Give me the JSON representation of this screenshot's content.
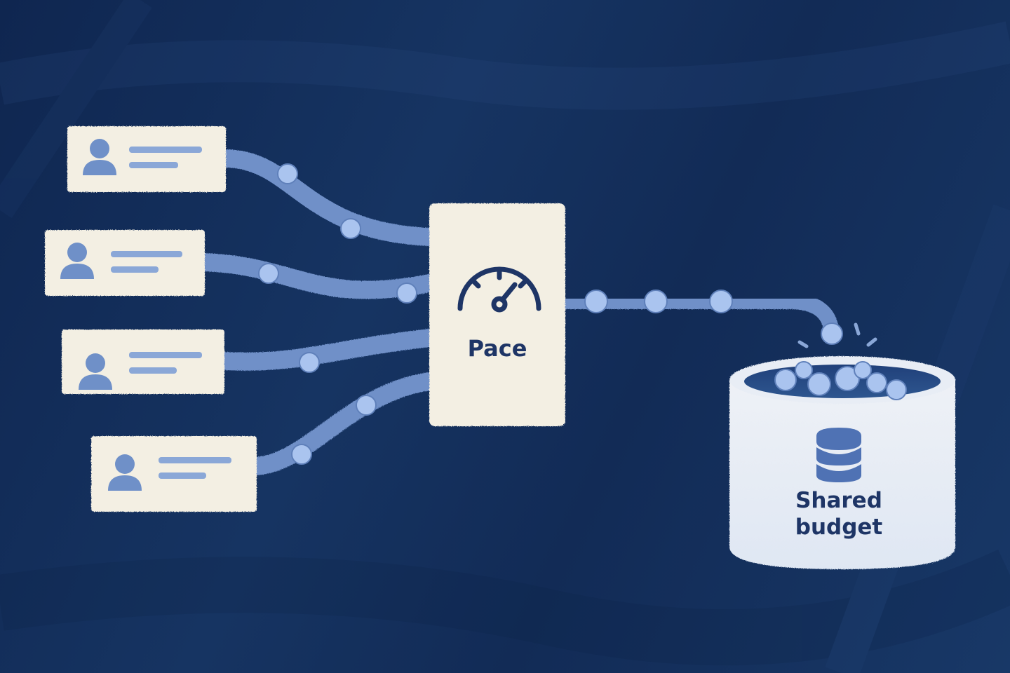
{
  "pace": {
    "label": "Pace",
    "icon": "speedometer-icon"
  },
  "budget": {
    "label_line1": "Shared",
    "label_line2": "budget",
    "icon": "database-stack-icon"
  },
  "sources": [
    {
      "icon": "user-icon"
    },
    {
      "icon": "user-icon"
    },
    {
      "icon": "user-icon"
    },
    {
      "icon": "user-icon"
    }
  ],
  "colors": {
    "background": "#132d55",
    "card": "#f3efe3",
    "stream": "#6f90c8",
    "token": "#aac4ef",
    "ink": "#1e3566",
    "accent": "#7d9ed4"
  }
}
